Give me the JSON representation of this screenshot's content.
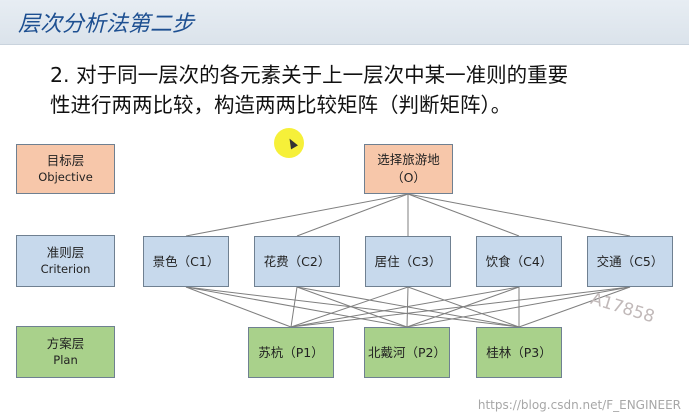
{
  "title": "层次分析法第二步",
  "body": {
    "line1": "2. 对于同一层次的各元素关于上一层次中某一准则的重要",
    "line2": "性进行两两比较，构造两两比较矩阵（判断矩阵）。"
  },
  "levels": {
    "objective": {
      "cn": "目标层",
      "en": "Objective"
    },
    "criterion": {
      "cn": "准则层",
      "en": "Criterion"
    },
    "plan": {
      "cn": "方案层",
      "en": "Plan"
    }
  },
  "goal": {
    "line1": "选择旅游地",
    "line2": "（O）"
  },
  "criteria": [
    {
      "label": "景色（C1）"
    },
    {
      "label": "花费（C2）"
    },
    {
      "label": "居住（C3）"
    },
    {
      "label": "饮食（C4）"
    },
    {
      "label": "交通（C5）"
    }
  ],
  "plans": [
    {
      "label": "苏杭（P1）"
    },
    {
      "label": "北戴河（P2）"
    },
    {
      "label": "桂林（P3）"
    }
  ],
  "watermark": "A17858",
  "credit": "https://blog.csdn.net/F_ENGINEER",
  "colors": {
    "objective": "#f7c7aa",
    "criterion": "#c7d9ec",
    "plan": "#a9d18b",
    "title": "#1d4f91"
  }
}
